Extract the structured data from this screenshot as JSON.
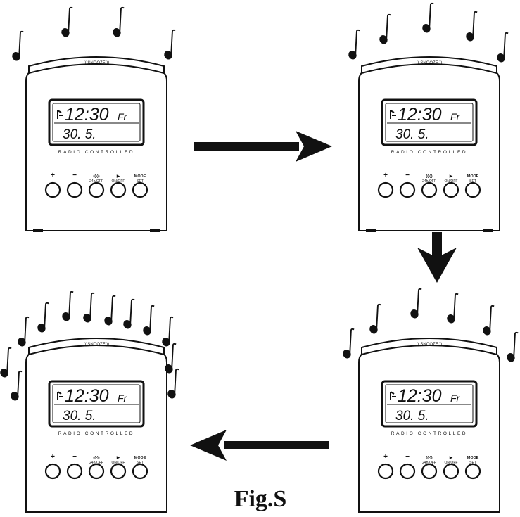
{
  "figure": {
    "caption": "Fig.S",
    "colors": {
      "ink": "#111111",
      "paper": "#ffffff"
    }
  },
  "clock": {
    "snooze_label": "(( SNOOZE ))",
    "display_time": "12:30",
    "display_day": "Fr",
    "display_date": "30.  5.",
    "brand_text": "RADIO CONTROLLED",
    "buttons": [
      {
        "label": "+",
        "sublabel": ""
      },
      {
        "label": "−",
        "sublabel": ""
      },
      {
        "label": "((•))",
        "sublabel": "24h/OFF"
      },
      {
        "label": "▶",
        "sublabel": "ON/OFF"
      },
      {
        "label": "MODE",
        "sublabel": "SET"
      }
    ]
  },
  "panels": [
    {
      "id": "stage-1",
      "alarm_level": 1
    },
    {
      "id": "stage-2",
      "alarm_level": 2
    },
    {
      "id": "stage-3",
      "alarm_level": 3
    },
    {
      "id": "stage-4",
      "alarm_level": 4
    }
  ],
  "arrows": [
    {
      "from": "stage-1",
      "to": "stage-2",
      "direction": "right"
    },
    {
      "from": "stage-2",
      "to": "stage-3",
      "direction": "down"
    },
    {
      "from": "stage-3",
      "to": "stage-4",
      "direction": "left"
    }
  ]
}
